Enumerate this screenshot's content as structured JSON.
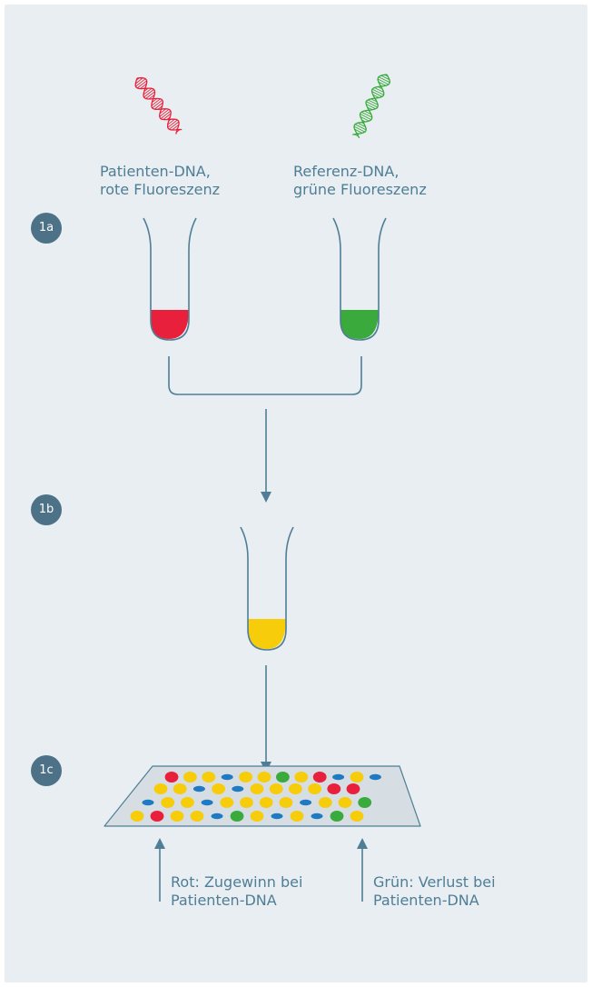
{
  "labels": {
    "patient": [
      "Patienten-DNA,",
      "rote Fluoreszenz"
    ],
    "reference": [
      "Referenz-DNA,",
      "grüne Fluoreszenz"
    ],
    "gain": [
      "Rot: Zugewinn bei",
      "Patienten-DNA"
    ],
    "loss": [
      "Grün: Verlust bei",
      "Patienten-DNA"
    ]
  },
  "steps": {
    "step_1a": "1a",
    "step_1b": "1b",
    "step_1c": "1c"
  },
  "colors": {
    "background": "#e8eef1",
    "line": "#4f7e96",
    "red": "#e8203c",
    "green": "#3aaa3c",
    "yellow": "#f7cc0a",
    "blue": "#1f7ac4",
    "badge": "#4d7288",
    "plate": "#d6dee3"
  },
  "icons": {
    "patient_dna": "dna-helix-icon",
    "reference_dna": "dna-helix-icon"
  },
  "microarray": {
    "rows": [
      [
        "red",
        "yellow",
        "yellow",
        "blue",
        "yellow",
        "yellow",
        "green",
        "yellow",
        "red",
        "blue",
        "yellow",
        "blue"
      ],
      [
        "yellow",
        "yellow",
        "blue",
        "yellow",
        "blue",
        "yellow",
        "yellow",
        "yellow",
        "yellow",
        "red",
        "red"
      ],
      [
        "blue",
        "yellow",
        "yellow",
        "blue",
        "yellow",
        "yellow",
        "yellow",
        "yellow",
        "blue",
        "yellow",
        "yellow",
        "green"
      ],
      [
        "yellow",
        "red",
        "yellow",
        "yellow",
        "blue",
        "green",
        "yellow",
        "blue",
        "yellow",
        "blue",
        "green",
        "yellow"
      ]
    ]
  }
}
